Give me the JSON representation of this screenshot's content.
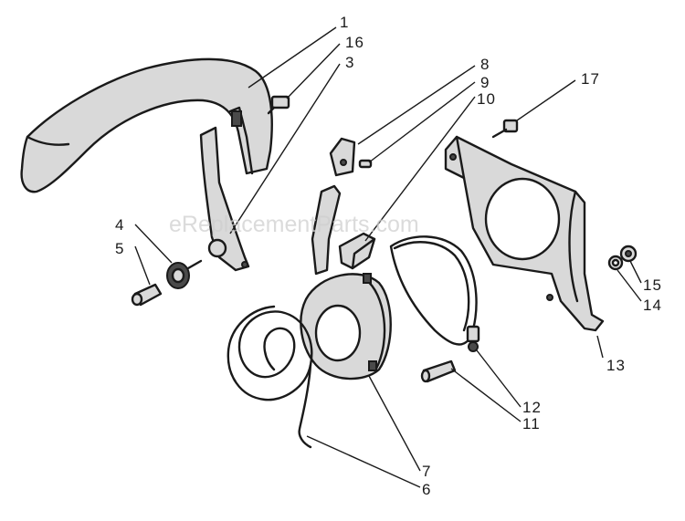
{
  "watermark": "eReplacementParts.com",
  "callouts": {
    "c1": "1",
    "c16": "16",
    "c3": "3",
    "c8": "8",
    "c9": "9",
    "c10": "10",
    "c17": "17",
    "c4": "4",
    "c5": "5",
    "c15": "15",
    "c14": "14",
    "c13": "13",
    "c12": "12",
    "c11": "11",
    "c7": "7",
    "c6": "6"
  }
}
